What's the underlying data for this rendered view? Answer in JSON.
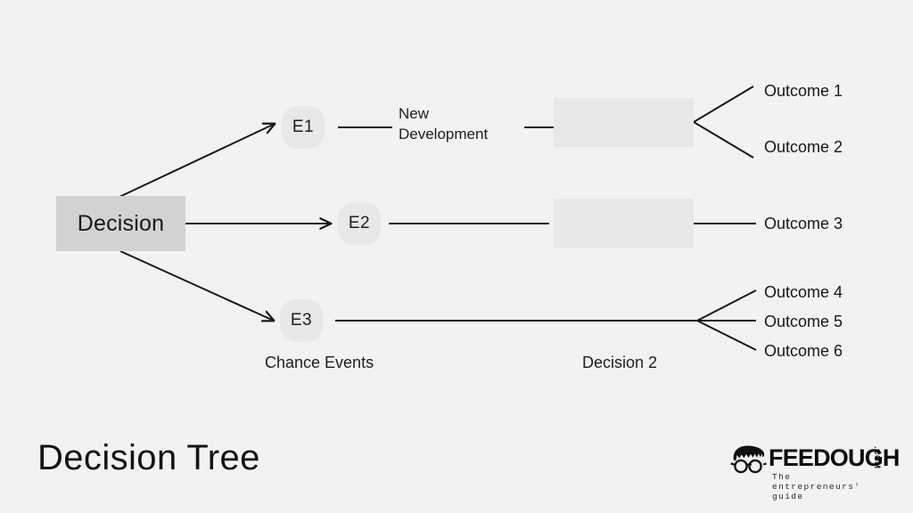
{
  "page": {
    "title": "Decision Tree",
    "background_color": "#f2f2f2"
  },
  "diagram": {
    "root": {
      "label": "Decision",
      "fill_color": "#d2d2d2"
    },
    "chance_nodes": [
      {
        "id": "E1",
        "label": "E1"
      },
      {
        "id": "E2",
        "label": "E2"
      },
      {
        "id": "E3",
        "label": "E3"
      }
    ],
    "edge_labels": [
      {
        "id": "new-development",
        "text": "New\nDevelopment"
      }
    ],
    "decision_boxes": [
      {
        "id": "box-1",
        "label": ""
      },
      {
        "id": "box-2",
        "label": ""
      }
    ],
    "outcomes": [
      {
        "id": "outcome-1",
        "label": "Outcome 1"
      },
      {
        "id": "outcome-2",
        "label": "Outcome 2"
      },
      {
        "id": "outcome-3",
        "label": "Outcome 3"
      },
      {
        "id": "outcome-4",
        "label": "Outcome 4"
      },
      {
        "id": "outcome-5",
        "label": "Outcome 5"
      },
      {
        "id": "outcome-6",
        "label": "Outcome 6"
      }
    ],
    "captions": [
      {
        "id": "chance-events",
        "text": "Chance Events"
      },
      {
        "id": "decision-2",
        "text": "Decision 2"
      }
    ],
    "line_color": "#17181a",
    "node_fill_color": "#e7e8e9"
  },
  "footer": {
    "title": "Decision Tree",
    "logo": {
      "wordmark": "FEEDOUGH",
      "domain": ".COM",
      "tagline": "The entrepreneurs' guide"
    }
  }
}
